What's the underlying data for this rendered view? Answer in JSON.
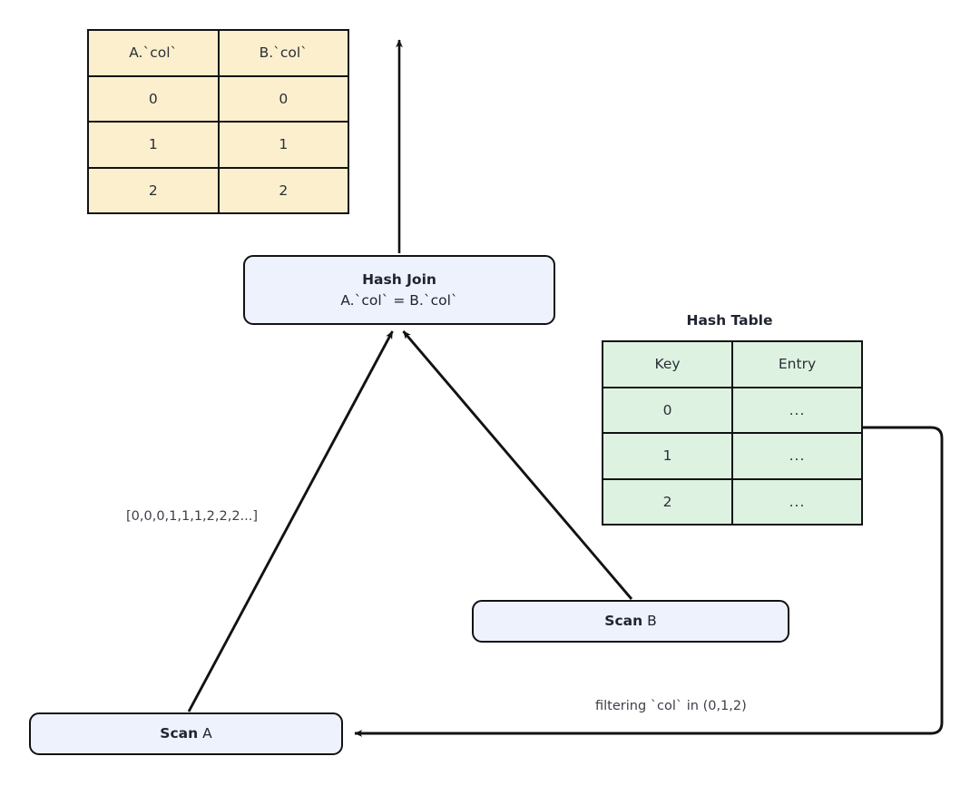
{
  "diagram": {
    "title": "hash-join-execution-plan",
    "colors": {
      "result_table_fill": "#fcefcd",
      "hash_table_fill": "#def2e2",
      "operator_fill": "#edf2fc",
      "stroke": "#121212",
      "text": "#1f2430"
    }
  },
  "result_table": {
    "headers": [
      "A.`col`",
      "B.`col`"
    ],
    "rows": [
      [
        "0",
        "0"
      ],
      [
        "1",
        "1"
      ],
      [
        "2",
        "2"
      ]
    ]
  },
  "hash_table": {
    "caption": "Hash Table",
    "headers": [
      "Key",
      "Entry"
    ],
    "rows": [
      [
        "0",
        "..."
      ],
      [
        "1",
        "..."
      ],
      [
        "2",
        "..."
      ]
    ]
  },
  "nodes": {
    "hash_join": {
      "title": "Hash Join",
      "condition": "A.`col` = B.`col`"
    },
    "scan_b": {
      "operator": "Scan",
      "relation": "B"
    },
    "scan_a": {
      "operator": "Scan",
      "relation": "A"
    }
  },
  "edge_labels": {
    "tuples": "[0,0,0,1,1,1,2,2,2...]",
    "filtering": "filtering `col` in (0,1,2)"
  }
}
